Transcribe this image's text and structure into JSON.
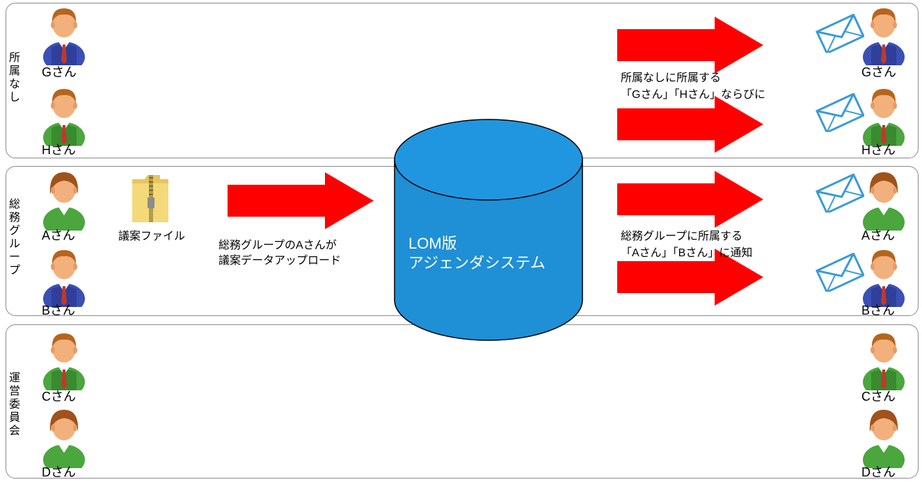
{
  "groups": [
    {
      "label": "所属なし"
    },
    {
      "label": "総務グループ"
    },
    {
      "label": "運営委員会"
    }
  ],
  "people_left": {
    "g": "Gさん",
    "h": "Hさん",
    "a": "Aさん",
    "b": "Bさん",
    "c": "Cさん",
    "d": "Dさん"
  },
  "people_right": {
    "g": "Gさん",
    "h": "Hさん",
    "a": "Aさん",
    "b": "Bさん",
    "c": "Cさん",
    "d": "Dさん"
  },
  "file_label": "議案ファイル",
  "upload_text": [
    "総務グループのAさんが",
    "議案データアップロード"
  ],
  "database": {
    "line1": "LOM版",
    "line2": "アジェンダシステム"
  },
  "notify_top": [
    "所属なしに所属する",
    "「Gさん」「Hさん」ならびに"
  ],
  "notify_middle": [
    "総務グループに所属する",
    "「Aさん」「Bさん」に通知"
  ],
  "colors": {
    "arrow": "#ff0000",
    "db_fill": "#1f8fd6",
    "db_stroke": "#000000",
    "shirt_blue": "#3b4fb5",
    "shirt_green": "#3f9a35",
    "tie": "#c0392b",
    "border": "#8a8a8a"
  }
}
